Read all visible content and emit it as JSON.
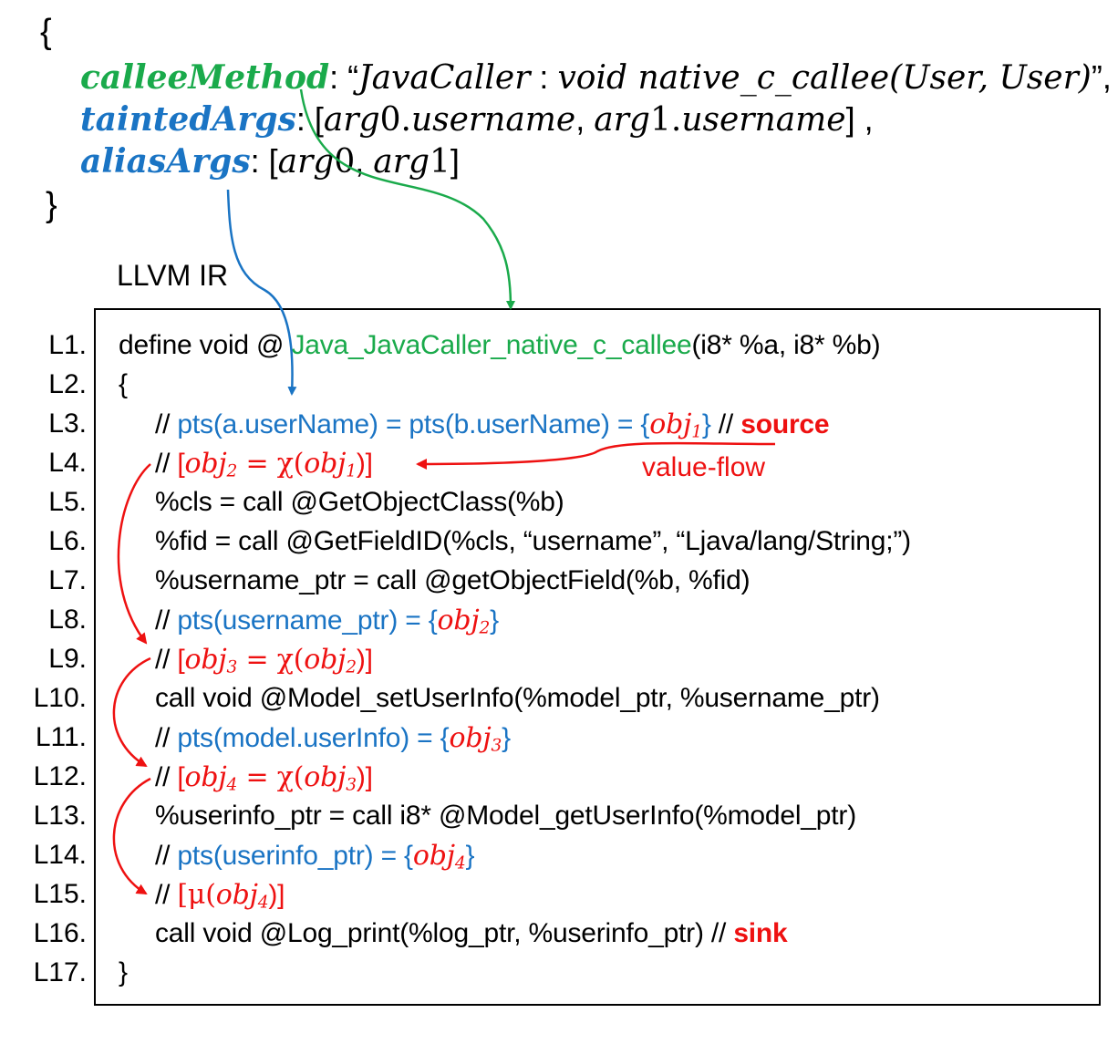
{
  "json_block": {
    "open_brace": "{",
    "close_brace": "}",
    "callee_method": {
      "key": "calleeMethod",
      "sep": ": ",
      "q_open": "“",
      "class_name": "JavaCaller",
      "colon": " : ",
      "signature": "void native_c_callee(User, User)",
      "q_close": "”,"
    },
    "tainted_args": {
      "key": "taintedArgs",
      "sep": ": ",
      "open": "[",
      "arg0": "arg",
      "arg0_idx": "0.",
      "arg0_field": "username",
      "comma": ", ",
      "arg1": "arg",
      "arg1_idx": "1.",
      "arg1_field": "username",
      "close": "] ,"
    },
    "alias_args": {
      "key": "aliasArgs",
      "sep": ": ",
      "open": "[",
      "arg0": "arg",
      "arg0_idx": "0",
      "comma": ", ",
      "arg1": "arg",
      "arg1_idx": "1",
      "close": "]"
    }
  },
  "ir_label": "LLVM IR",
  "line_numbers": [
    "L1.",
    "L2.",
    "L3.",
    "L4.",
    "L5.",
    "L6.",
    "L7.",
    "L8.",
    "L9.",
    "L10.",
    "L11.",
    "L12.",
    "L13.",
    "L14.",
    "L15.",
    "L16.",
    "L17."
  ],
  "code": {
    "l1_prefix": "define void @ ",
    "l1_func": "Java_JavaCaller_native_c_callee",
    "l1_suffix": "(i8* %a, i8* %b)",
    "l2": "{",
    "l3_comment": "// ",
    "l3_pts": "pts(a.userName) = pts(b.userName) = {",
    "l3_obj": "obj",
    "l3_sub": "1",
    "l3_close": "}",
    "l3_comment2": " // ",
    "l3_source": "source",
    "l4_comment": "// ",
    "l4_expr_open": "[",
    "l4_obj_a": "obj",
    "l4_sub_a": "2",
    "l4_eq": " = χ(",
    "l4_obj_b": "obj",
    "l4_sub_b": "1",
    "l4_expr_close": ")]",
    "l5": "%cls = call @GetObjectClass(%b)",
    "l6": "%fid = call @GetFieldID(%cls, “username”, “Ljava/lang/String;”)",
    "l7": "%username_ptr = call @getObjectField(%b, %fid)",
    "l8_comment": "// ",
    "l8_pts": "pts(username_ptr) = {",
    "l8_obj": "obj",
    "l8_sub": "2",
    "l8_close": "}",
    "l9_comment": "// ",
    "l9_open": "[",
    "l9_obj_a": "obj",
    "l9_sub_a": "3",
    "l9_eq": " = χ(",
    "l9_obj_b": "obj",
    "l9_sub_b": "2",
    "l9_close": ")]",
    "l10": "call void @Model_setUserInfo(%model_ptr, %username_ptr)",
    "l11_comment": "// ",
    "l11_pts": "pts(model.userInfo) = {",
    "l11_obj": "obj",
    "l11_sub": "3",
    "l11_close": "}",
    "l12_comment": "// ",
    "l12_open": "[",
    "l12_obj_a": "obj",
    "l12_sub_a": "4",
    "l12_eq": " = χ(",
    "l12_obj_b": "obj",
    "l12_sub_b": "3",
    "l12_close": ")]",
    "l13": "%userinfo_ptr = call i8* @Model_getUserInfo(%model_ptr)",
    "l14_comment": "// ",
    "l14_pts": "pts(userinfo_ptr) = {",
    "l14_obj": "obj",
    "l14_sub": "4",
    "l14_close": "}",
    "l15_comment": "// ",
    "l15_open": "[μ(",
    "l15_obj": "obj",
    "l15_sub": "4",
    "l15_close": ")]",
    "l16_prefix": "call void @Log_print(%log_ptr, %userinfo_ptr) ",
    "l16_comment": "// ",
    "l16_sink": "sink",
    "l17": "}"
  },
  "annotations": {
    "value_flow": "value-flow"
  },
  "colors": {
    "green": "#1aaa4b",
    "blue": "#1a74c4",
    "red": "#ee1111"
  }
}
